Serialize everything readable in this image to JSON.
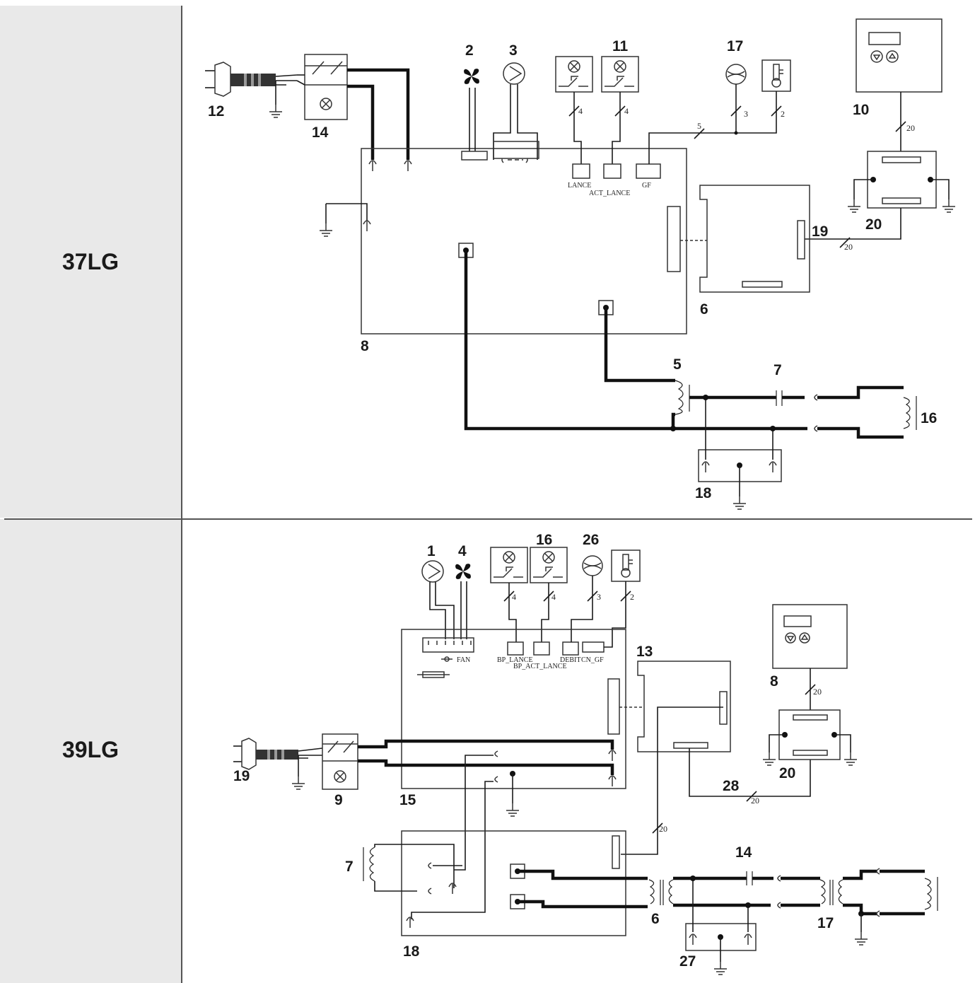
{
  "sections": {
    "top": {
      "model": "37LG",
      "callouts": {
        "n2": "2",
        "n3": "3",
        "n11": "11",
        "n17": "17",
        "n10": "10",
        "n12": "12",
        "n14": "14",
        "n20": "20",
        "n19": "19",
        "n6": "6",
        "n8": "8",
        "n5": "5",
        "n7": "7",
        "n16": "16",
        "n18": "18"
      },
      "wire_counts": {
        "w4a": "4",
        "w4b": "4",
        "w3": "3",
        "w2": "2",
        "w5": "5",
        "w20a": "20",
        "w20b": "20"
      },
      "connectors": {
        "lance": "LANCE",
        "act_lance": "ACT_LANCE",
        "gf": "GF"
      }
    },
    "bottom": {
      "model": "39LG",
      "callouts": {
        "n1": "1",
        "n4": "4",
        "n16": "16",
        "n26": "26",
        "n13": "13",
        "n8": "8",
        "n20": "20",
        "n19": "19",
        "n9": "9",
        "n15": "15",
        "n28": "28",
        "n7": "7",
        "n14": "14",
        "n6": "6",
        "n17": "17",
        "n18": "18",
        "n27": "27"
      },
      "wire_counts": {
        "w4a": "4",
        "w4b": "4",
        "w3": "3",
        "w2": "2",
        "w20a": "20",
        "w20b": "20",
        "w20c": "20"
      },
      "connectors": {
        "fan": "FAN",
        "bp_lance": "BP_LANCE",
        "bp_act_lance": "BP_ACT_LANCE",
        "debit": "DEBIT",
        "cn_gf": "CN_GF"
      }
    }
  },
  "icons": [
    "plug-icon",
    "switch-lamp-icon",
    "fan-icon",
    "pump-icon",
    "pressure-switch-icon",
    "gauge-icon",
    "thermostat-icon",
    "control-panel-icon",
    "ground-icon",
    "coil-icon",
    "capacitor-icon"
  ],
  "colors": {
    "background": "#ffffff",
    "sidebar": "#e9e9e9",
    "line": "#1a1a1a"
  }
}
